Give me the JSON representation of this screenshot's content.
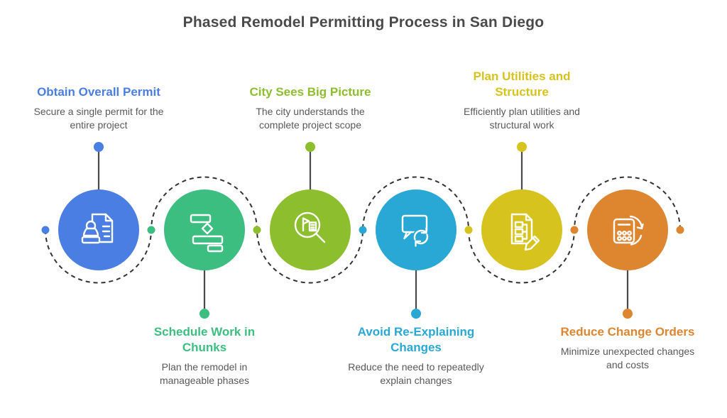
{
  "title": "Phased Remodel Permitting Process in San Diego",
  "connector": {
    "color": "#333333",
    "stem_color": "#4a4a4a"
  },
  "text_colors": {
    "title": "#4a4a4a",
    "body": "#58595b"
  },
  "steps": [
    {
      "heading": "Obtain Overall Permit",
      "description": "Secure a single permit for the entire project",
      "color": "#4a7ee2",
      "icon": "stamp-document-icon",
      "label_position": "above"
    },
    {
      "heading": "Schedule Work in Chunks",
      "description": "Plan the remodel in manageable phases",
      "color": "#3dbe81",
      "icon": "gantt-chart-icon",
      "label_position": "below"
    },
    {
      "heading": "City Sees Big Picture",
      "description": "The city understands the complete project scope",
      "color": "#8cbe2d",
      "icon": "building-search-icon",
      "label_position": "above"
    },
    {
      "heading": "Avoid Re-Explaining Changes",
      "description": "Reduce the need to repeatedly explain changes",
      "color": "#29a8d6",
      "icon": "chat-sync-icon",
      "label_position": "below"
    },
    {
      "heading": "Plan Utilities and Structure",
      "description": "Efficiently plan utilities and structural work",
      "color": "#d7c31e",
      "icon": "document-pencil-icon",
      "label_position": "above"
    },
    {
      "heading": "Reduce Change Orders",
      "description": "Minimize unexpected changes and costs",
      "color": "#de8530",
      "icon": "calculator-sync-icon",
      "label_position": "below"
    }
  ]
}
